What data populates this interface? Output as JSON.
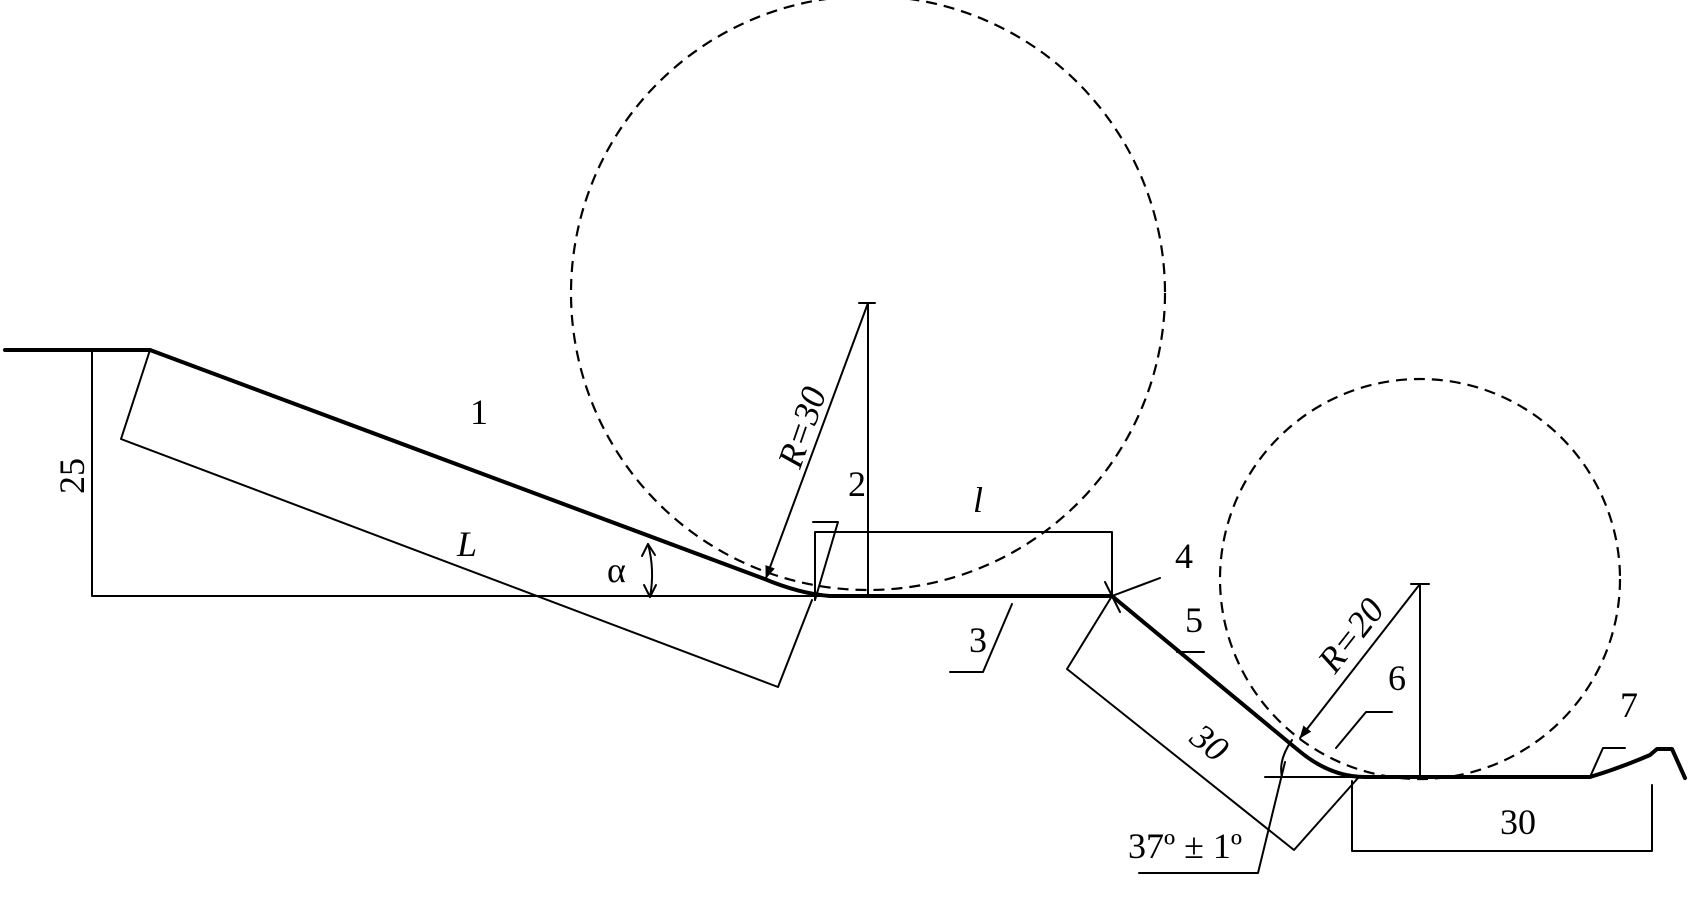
{
  "labels": {
    "part_1": "1",
    "part_2": "2",
    "part_3": "3",
    "part_4": "4",
    "part_5": "5",
    "part_6": "6",
    "part_7": "7",
    "height_25": "25",
    "length_L": "L",
    "length_l": "l",
    "angle_alpha": "α",
    "radius_large": "R=30",
    "radius_small": "R=20",
    "length_30_slope": "30",
    "length_30_flat": "30",
    "angle_37": "37º ± 1º"
  }
}
